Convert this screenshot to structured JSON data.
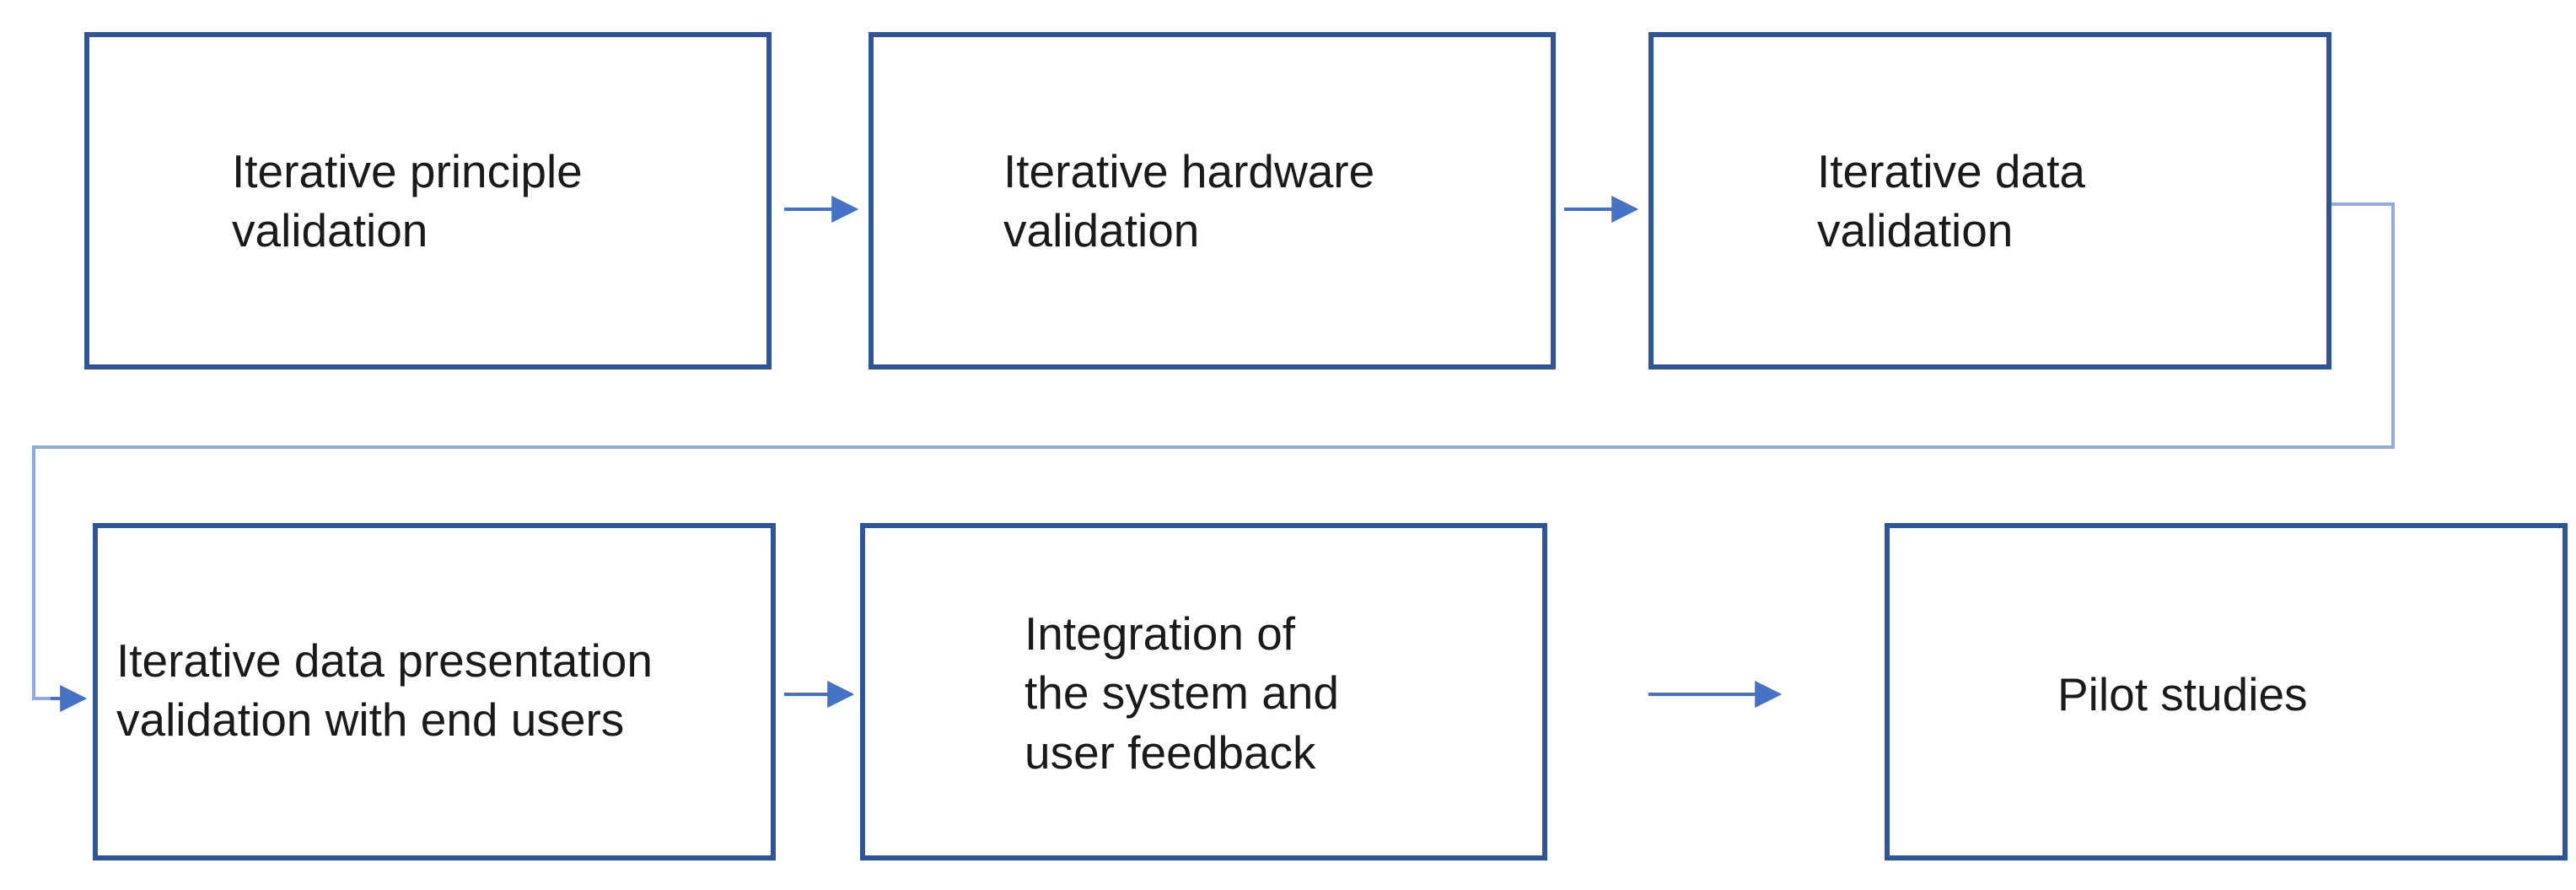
{
  "diagram": {
    "nodes": [
      {
        "id": "principle",
        "text": "Iterative principle\nvalidation"
      },
      {
        "id": "hardware",
        "text": "Iterative hardware\nvalidation"
      },
      {
        "id": "data",
        "text": "Iterative data\nvalidation"
      },
      {
        "id": "presentation",
        "text": "Iterative data presentation\nvalidation with end users"
      },
      {
        "id": "integration",
        "text": "Integration of\nthe system and\nuser feedback"
      },
      {
        "id": "pilot",
        "text": "Pilot studies"
      }
    ],
    "edges": [
      {
        "from": "principle",
        "to": "hardware"
      },
      {
        "from": "hardware",
        "to": "data"
      },
      {
        "from": "data",
        "to": "presentation"
      },
      {
        "from": "presentation",
        "to": "integration"
      },
      {
        "from": "integration",
        "to": "pilot"
      }
    ],
    "colors": {
      "box_border": "#2f5597",
      "arrow": "#4472c4",
      "elbow_connector": "#8faadc",
      "text": "#1a1a1a"
    }
  }
}
